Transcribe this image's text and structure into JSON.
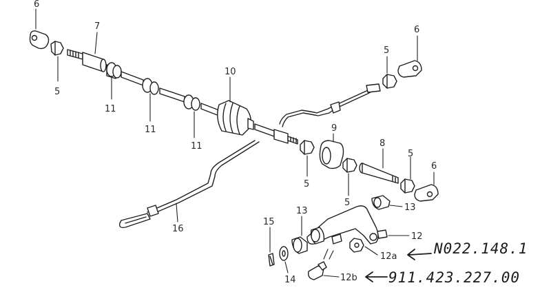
{
  "callouts": {
    "c6_top_left": "6",
    "c7": "7",
    "c5_left": "5",
    "c11_a": "11",
    "c11_b": "11",
    "c11_c": "11",
    "c10": "10",
    "c5_top_right": "5",
    "c6_top_right": "6",
    "c9": "9",
    "c8": "8",
    "c5_mid_a": "5",
    "c5_mid_b": "5",
    "c5_right": "5",
    "c6_right": "6",
    "c16": "16",
    "c13_right": "13",
    "c13_left": "13",
    "c15": "15",
    "c12": "12",
    "c12a": "12a",
    "c12b": "12b",
    "c14": "14"
  },
  "annotations": {
    "part_12a": "N022.148.1",
    "part_12b": "911.423.227.00"
  }
}
